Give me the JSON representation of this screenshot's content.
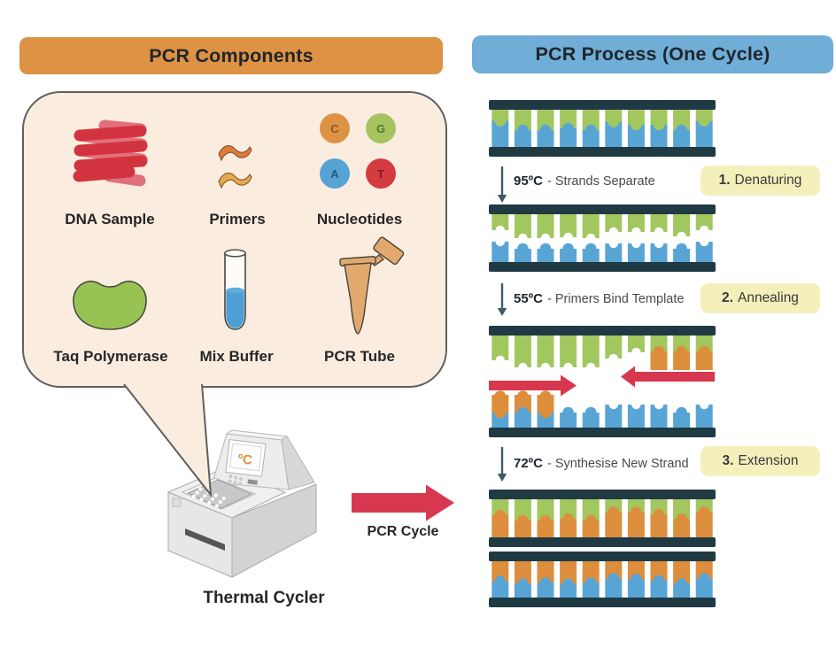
{
  "titles": {
    "left": "PCR Components",
    "right": "PCR Process (One Cycle)"
  },
  "components": {
    "row1": [
      {
        "label": "DNA Sample"
      },
      {
        "label": "Primers"
      },
      {
        "label": "Nucleotides"
      }
    ],
    "row2": [
      {
        "label": "Taq Polymerase"
      },
      {
        "label": "Mix Buffer"
      },
      {
        "label": "PCR Tube"
      }
    ],
    "nucleotide_letters": {
      "c": "C",
      "g": "G",
      "a": "A",
      "t": "T"
    }
  },
  "thermal_cycler": {
    "label": "Thermal Cycler",
    "screen_text": "ºC"
  },
  "cycle_arrow": {
    "label": "PCR Cycle"
  },
  "process": {
    "steps": [
      {
        "temp": "95ºC",
        "desc": "- Strands Separate",
        "badge_num": "1.",
        "badge_label": "Denaturing"
      },
      {
        "temp": "55ºC",
        "desc": "- Primers Bind Template",
        "badge_num": "2.",
        "badge_label": "Annealing"
      },
      {
        "temp": "72ºC",
        "desc": "- Synthesise New Strand",
        "badge_num": "3.",
        "badge_label": "Extension"
      }
    ],
    "strands": [
      {
        "stage": "template-duplex",
        "top": "green",
        "bottom": "blue"
      },
      {
        "stage": "denatured",
        "top": "green",
        "bottom": "blue"
      },
      {
        "stage": "primers-annealed",
        "top": "green",
        "bottom": "blue",
        "primer": "orange"
      },
      {
        "stage": "product-duplex-1",
        "top": "green",
        "bottom": "orange"
      },
      {
        "stage": "product-duplex-2",
        "top": "orange",
        "bottom": "blue"
      }
    ]
  },
  "colors": {
    "header_orange": "#DE9244",
    "header_blue": "#70AED7",
    "header_text": "#20262C",
    "bubble_bg": "#FAEDE0",
    "bubble_border": "#606060",
    "label_text": "#262626",
    "coil_red": "#D2343F",
    "coil_pink": "#E1707C",
    "primer_orange": "#E0793A",
    "primer_yellow": "#E6A94E",
    "taq_green": "#97C353",
    "liquid_blue": "#4D9FD4",
    "tube_tan": "#E2A96E",
    "red": "#D8384F",
    "bar_dark": "#203A44",
    "strand_green": "#A3C75F",
    "strand_blue": "#58A5D5",
    "strand_orange": "#DC8E3C",
    "badge_bg": "#F4F0BC",
    "badge_text": "#3A3A3A",
    "step_arrow": "#3F5B66",
    "screen_orange": "#E0923F",
    "nuc": {
      "c": "#DE9244",
      "g": "#A5C45F",
      "a": "#57A3D4",
      "t": "#D43B40"
    },
    "nuc_text": {
      "c": "#8A5A20",
      "g": "#56752B",
      "a": "#27587C",
      "t": "#7C1F23"
    }
  }
}
